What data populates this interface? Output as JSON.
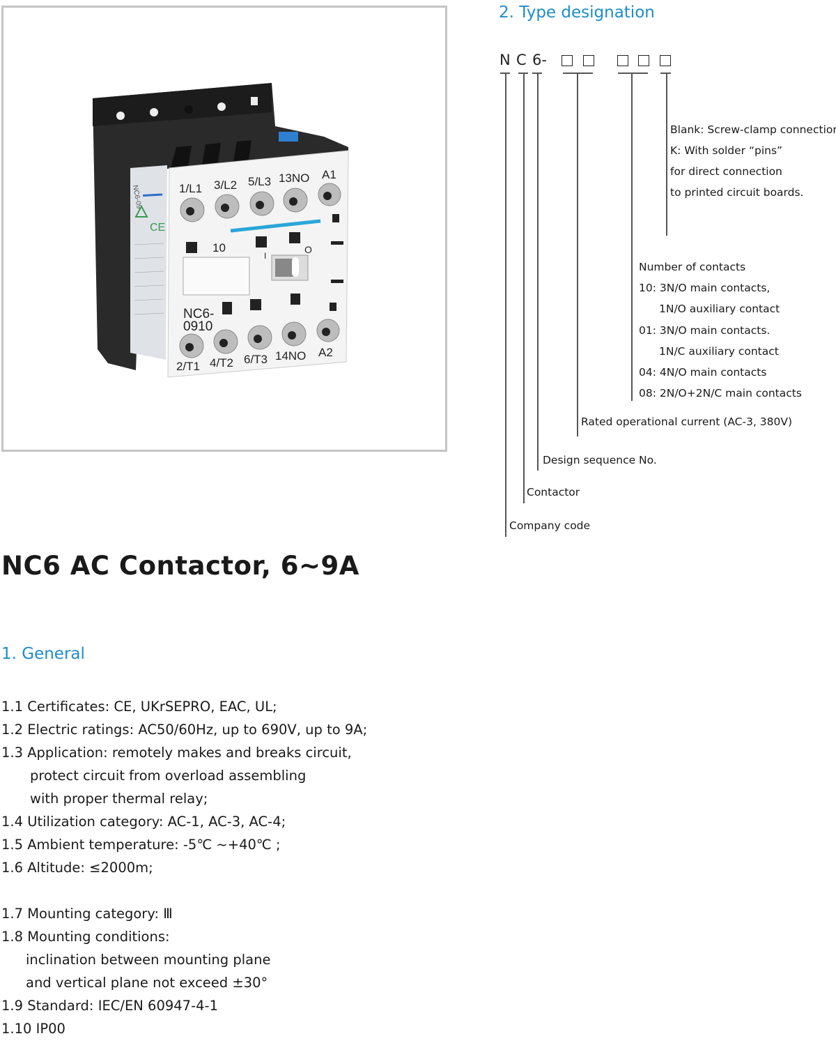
{
  "product_image": {
    "top_labels": [
      "1/L1",
      "3/L2",
      "5/L3",
      "13NO",
      "A1"
    ],
    "bottom_labels": [
      "2/T1",
      "4/T2",
      "6/T3",
      "14NO",
      "A2"
    ],
    "aux_code": "10",
    "model_line1": "NC6-",
    "model_line2": "0910",
    "switch_on": "I",
    "switch_off": "O",
    "side_label": "NC6-09",
    "accent_color": "#2aa6d8"
  },
  "main_title": "NC6 AC Contactor, 6~9A",
  "general": {
    "heading": "1. General",
    "items": [
      "1.1 Certificates: CE, UKrSEPRO, EAC, UL;",
      "1.2 Electric ratings: AC50/60Hz, up to 690V, up to 9A;",
      "1.3 Application: remotely makes and breaks circuit,",
      "protect circuit from overload assembling",
      "with proper thermal relay;",
      "1.4 Utilization category: AC-1, AC-3, AC-4;",
      "1.5 Ambient temperature: -5℃ ~+40℃ ;",
      "1.6 Altitude: ≤2000m;",
      "1.7 Mounting category:  Ⅲ",
      "1.8 Mounting conditions:",
      "inclination between mounting plane",
      "and vertical plane not exceed ±30°",
      "1.9 Standard: IEC/EN 60947-4-1",
      "1.10 IP00"
    ]
  },
  "type_designation": {
    "heading": "2. Type designation",
    "code": [
      "N",
      "C",
      "6-"
    ],
    "terminal_desc": [
      "Blank: Screw-clamp connection",
      "K: With solder “pins”",
      "for direct connection",
      "to printed circuit boards."
    ],
    "contacts_desc": [
      "Number of contacts",
      "10: 3N/O main contacts,",
      "1N/O auxiliary contact",
      "01: 3N/O main contacts.",
      "1N/C auxiliary contact",
      "04: 4N/O main contacts",
      "08: 2N/O+2N/C main contacts"
    ],
    "current_desc": "Rated operational current (AC-3, 380V)",
    "sequence_desc": "Design sequence No.",
    "contactor_desc": "Contactor",
    "company_desc": "Company code"
  },
  "colors": {
    "heading": "#1e8ccb",
    "frame": "#c4c4c4"
  }
}
